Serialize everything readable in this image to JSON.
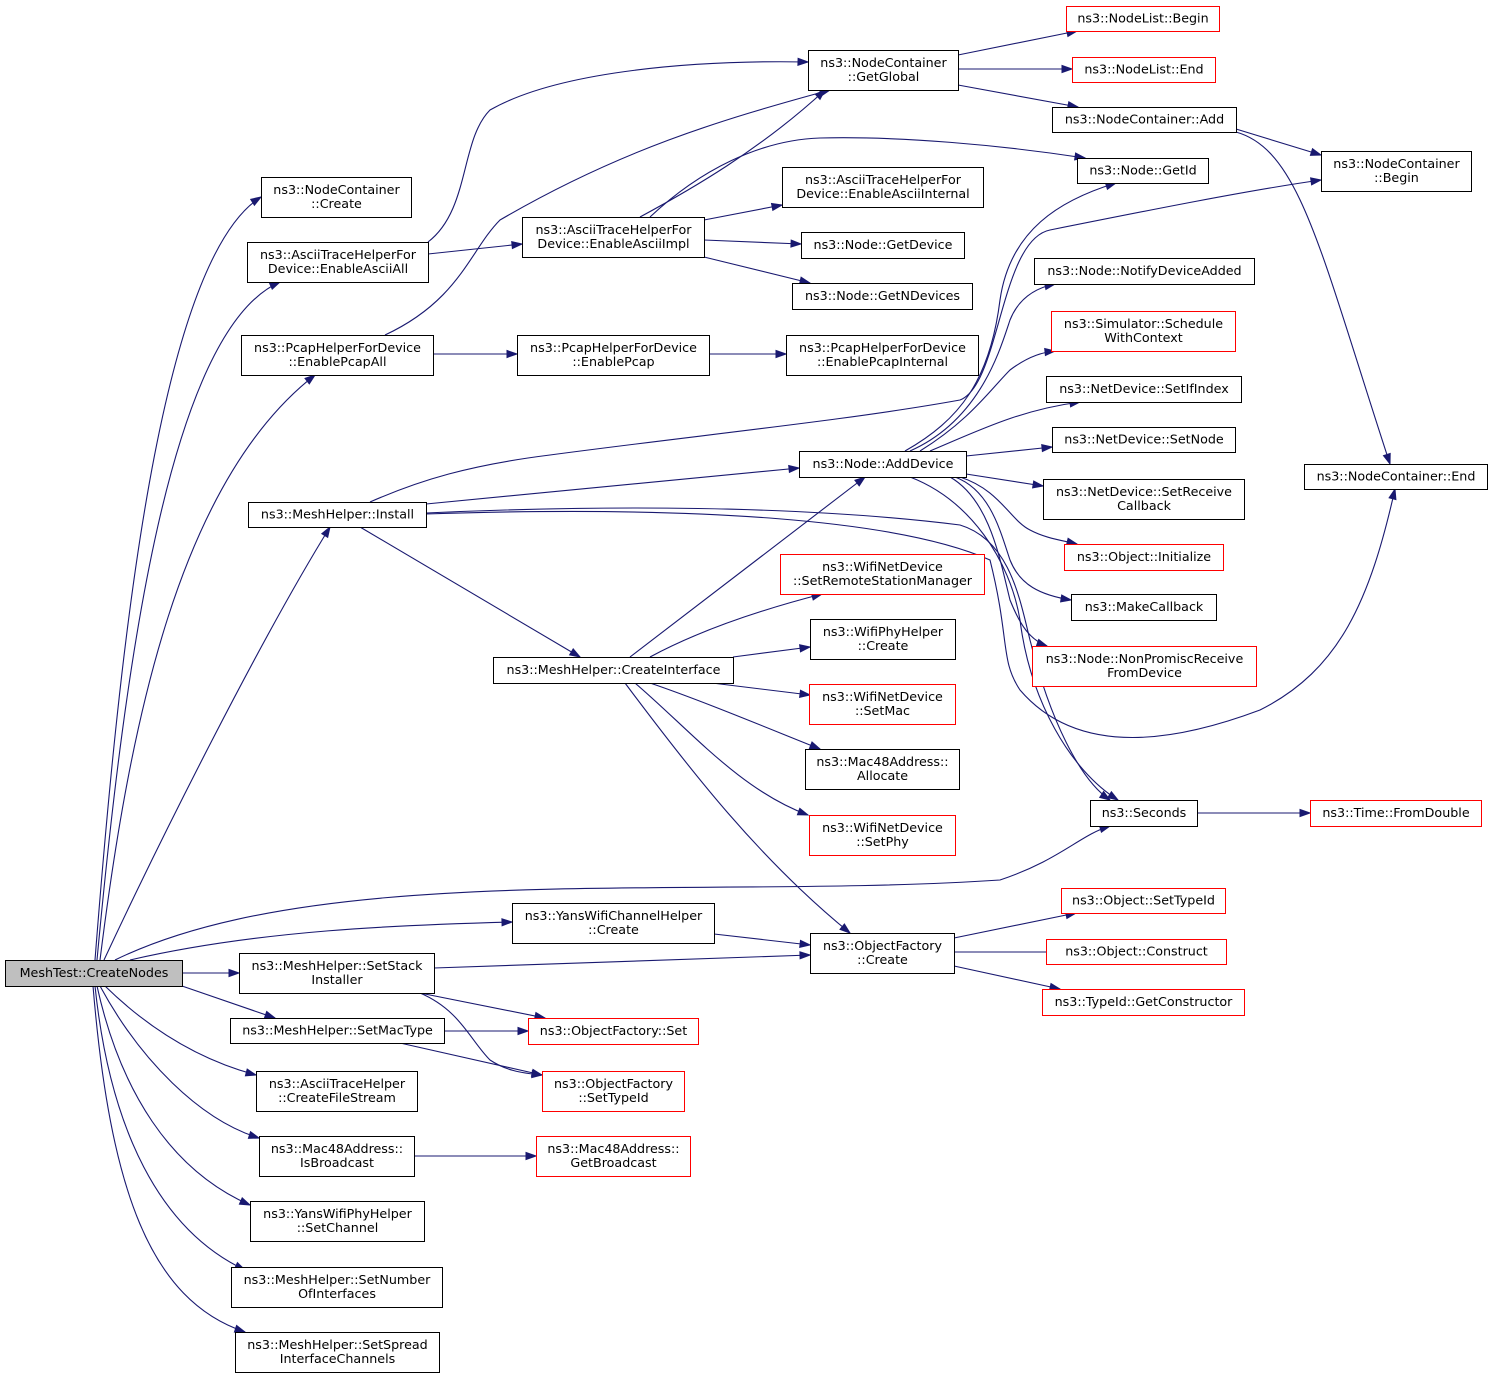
{
  "graph": {
    "root": "n_root",
    "colors": {
      "edge": "#191970",
      "box_border": "#000000",
      "incomplete_border": "#ff0000",
      "root_fill": "#bfbfbf"
    },
    "nodes": [
      {
        "id": "n_root",
        "lines": [
          "MeshTest::CreateNodes"
        ],
        "style": "root"
      },
      {
        "id": "n_nc_create",
        "lines": [
          "ns3::NodeContainer",
          "::Create"
        ]
      },
      {
        "id": "n_ascii_all",
        "lines": [
          "ns3::AsciiTraceHelperFor",
          "Device::EnableAsciiAll"
        ]
      },
      {
        "id": "n_pcap_all",
        "lines": [
          "ns3::PcapHelperForDevice",
          "::EnablePcapAll"
        ]
      },
      {
        "id": "n_mesh_install",
        "lines": [
          "ns3::MeshHelper::Install"
        ]
      },
      {
        "id": "n_stack",
        "lines": [
          "ns3::MeshHelper::SetStack",
          "Installer"
        ]
      },
      {
        "id": "n_mactype",
        "lines": [
          "ns3::MeshHelper::SetMacType"
        ]
      },
      {
        "id": "n_filestream",
        "lines": [
          "ns3::AsciiTraceHelper",
          "::CreateFileStream"
        ]
      },
      {
        "id": "n_isbroadcast",
        "lines": [
          "ns3::Mac48Address::",
          "IsBroadcast"
        ]
      },
      {
        "id": "n_setchannel",
        "lines": [
          "ns3::YansWifiPhyHelper",
          "::SetChannel"
        ]
      },
      {
        "id": "n_numif",
        "lines": [
          "ns3::MeshHelper::SetNumber",
          "OfInterfaces"
        ]
      },
      {
        "id": "n_spread",
        "lines": [
          "ns3::MeshHelper::SetSpread",
          "InterfaceChannels"
        ]
      },
      {
        "id": "n_ascii_impl",
        "lines": [
          "ns3::AsciiTraceHelperFor",
          "Device::EnableAsciiImpl"
        ]
      },
      {
        "id": "n_pcap_enable",
        "lines": [
          "ns3::PcapHelperForDevice",
          "::EnablePcap"
        ]
      },
      {
        "id": "n_create_if",
        "lines": [
          "ns3::MeshHelper::CreateInterface"
        ]
      },
      {
        "id": "n_yans_chan",
        "lines": [
          "ns3::YansWifiChannelHelper",
          "::Create"
        ]
      },
      {
        "id": "n_of_set",
        "lines": [
          "ns3::ObjectFactory::Set"
        ],
        "style": "incomplete"
      },
      {
        "id": "n_of_settypeid",
        "lines": [
          "ns3::ObjectFactory",
          "::SetTypeId"
        ],
        "style": "incomplete"
      },
      {
        "id": "n_getbroadcast",
        "lines": [
          "ns3::Mac48Address::",
          "GetBroadcast"
        ],
        "style": "incomplete"
      },
      {
        "id": "n_getglobal",
        "lines": [
          "ns3::NodeContainer",
          "::GetGlobal"
        ]
      },
      {
        "id": "n_ascii_internal",
        "lines": [
          "ns3::AsciiTraceHelperFor",
          "Device::EnableAsciiInternal"
        ]
      },
      {
        "id": "n_getdevice",
        "lines": [
          "ns3::Node::GetDevice"
        ]
      },
      {
        "id": "n_getndevices",
        "lines": [
          "ns3::Node::GetNDevices"
        ]
      },
      {
        "id": "n_pcap_internal",
        "lines": [
          "ns3::PcapHelperForDevice",
          "::EnablePcapInternal"
        ]
      },
      {
        "id": "n_adddevice",
        "lines": [
          "ns3::Node::AddDevice"
        ]
      },
      {
        "id": "n_remote_mgr",
        "lines": [
          "ns3::WifiNetDevice",
          "::SetRemoteStationManager"
        ],
        "style": "incomplete"
      },
      {
        "id": "n_phy_create",
        "lines": [
          "ns3::WifiPhyHelper",
          "::Create"
        ]
      },
      {
        "id": "n_setmac",
        "lines": [
          "ns3::WifiNetDevice",
          "::SetMac"
        ],
        "style": "incomplete"
      },
      {
        "id": "n_allocate",
        "lines": [
          "ns3::Mac48Address::",
          "Allocate"
        ]
      },
      {
        "id": "n_setphy",
        "lines": [
          "ns3::WifiNetDevice",
          "::SetPhy"
        ],
        "style": "incomplete"
      },
      {
        "id": "n_of_create",
        "lines": [
          "ns3::ObjectFactory",
          "::Create"
        ]
      },
      {
        "id": "n_nl_begin",
        "lines": [
          "ns3::NodeList::Begin"
        ],
        "style": "incomplete"
      },
      {
        "id": "n_nl_end",
        "lines": [
          "ns3::NodeList::End"
        ],
        "style": "incomplete"
      },
      {
        "id": "n_nc_add",
        "lines": [
          "ns3::NodeContainer::Add"
        ]
      },
      {
        "id": "n_getid",
        "lines": [
          "ns3::Node::GetId"
        ]
      },
      {
        "id": "n_notify",
        "lines": [
          "ns3::Node::NotifyDeviceAdded"
        ]
      },
      {
        "id": "n_schedule",
        "lines": [
          "ns3::Simulator::Schedule",
          "WithContext"
        ],
        "style": "incomplete"
      },
      {
        "id": "n_setifindex",
        "lines": [
          "ns3::NetDevice::SetIfIndex"
        ]
      },
      {
        "id": "n_setnode",
        "lines": [
          "ns3::NetDevice::SetNode"
        ]
      },
      {
        "id": "n_setrecv",
        "lines": [
          "ns3::NetDevice::SetReceive",
          "Callback"
        ]
      },
      {
        "id": "n_initialize",
        "lines": [
          "ns3::Object::Initialize"
        ],
        "style": "incomplete"
      },
      {
        "id": "n_makecb",
        "lines": [
          "ns3::MakeCallback"
        ]
      },
      {
        "id": "n_nonpromisc",
        "lines": [
          "ns3::Node::NonPromiscReceive",
          "FromDevice"
        ],
        "style": "incomplete"
      },
      {
        "id": "n_seconds",
        "lines": [
          "ns3::Seconds"
        ]
      },
      {
        "id": "n_settypeid",
        "lines": [
          "ns3::Object::SetTypeId"
        ],
        "style": "incomplete"
      },
      {
        "id": "n_construct",
        "lines": [
          "ns3::Object::Construct"
        ],
        "style": "incomplete"
      },
      {
        "id": "n_getctor",
        "lines": [
          "ns3::TypeId::GetConstructor"
        ],
        "style": "incomplete"
      },
      {
        "id": "n_nc_begin",
        "lines": [
          "ns3::NodeContainer",
          "::Begin"
        ]
      },
      {
        "id": "n_nc_end",
        "lines": [
          "ns3::NodeContainer::End"
        ]
      },
      {
        "id": "n_fromdouble",
        "lines": [
          "ns3::Time::FromDouble"
        ],
        "style": "incomplete"
      }
    ],
    "edges": [
      {
        "from": "n_root",
        "to": "n_nc_create"
      },
      {
        "from": "n_root",
        "to": "n_ascii_all"
      },
      {
        "from": "n_root",
        "to": "n_pcap_all"
      },
      {
        "from": "n_root",
        "to": "n_mesh_install"
      },
      {
        "from": "n_root",
        "to": "n_seconds"
      },
      {
        "from": "n_root",
        "to": "n_yans_chan"
      },
      {
        "from": "n_root",
        "to": "n_stack"
      },
      {
        "from": "n_root",
        "to": "n_mactype"
      },
      {
        "from": "n_root",
        "to": "n_filestream"
      },
      {
        "from": "n_root",
        "to": "n_isbroadcast"
      },
      {
        "from": "n_root",
        "to": "n_setchannel"
      },
      {
        "from": "n_root",
        "to": "n_numif"
      },
      {
        "from": "n_root",
        "to": "n_spread"
      },
      {
        "from": "n_ascii_all",
        "to": "n_getglobal"
      },
      {
        "from": "n_ascii_all",
        "to": "n_ascii_impl"
      },
      {
        "from": "n_pcap_all",
        "to": "n_getglobal"
      },
      {
        "from": "n_pcap_all",
        "to": "n_pcap_enable"
      },
      {
        "from": "n_ascii_impl",
        "to": "n_getglobal"
      },
      {
        "from": "n_ascii_impl",
        "to": "n_getid"
      },
      {
        "from": "n_ascii_impl",
        "to": "n_ascii_internal"
      },
      {
        "from": "n_ascii_impl",
        "to": "n_getdevice"
      },
      {
        "from": "n_ascii_impl",
        "to": "n_getndevices"
      },
      {
        "from": "n_pcap_enable",
        "to": "n_pcap_internal"
      },
      {
        "from": "n_getglobal",
        "to": "n_nl_begin"
      },
      {
        "from": "n_getglobal",
        "to": "n_nl_end"
      },
      {
        "from": "n_getglobal",
        "to": "n_nc_add"
      },
      {
        "from": "n_nc_add",
        "to": "n_nc_begin"
      },
      {
        "from": "n_nc_add",
        "to": "n_nc_end"
      },
      {
        "from": "n_mesh_install",
        "to": "n_nc_begin"
      },
      {
        "from": "n_mesh_install",
        "to": "n_adddevice"
      },
      {
        "from": "n_mesh_install",
        "to": "n_seconds"
      },
      {
        "from": "n_mesh_install",
        "to": "n_create_if"
      },
      {
        "from": "n_mesh_install",
        "to": "n_nc_end"
      },
      {
        "from": "n_adddevice",
        "to": "n_getid"
      },
      {
        "from": "n_adddevice",
        "to": "n_notify"
      },
      {
        "from": "n_adddevice",
        "to": "n_schedule"
      },
      {
        "from": "n_adddevice",
        "to": "n_setifindex"
      },
      {
        "from": "n_adddevice",
        "to": "n_setnode"
      },
      {
        "from": "n_adddevice",
        "to": "n_setrecv"
      },
      {
        "from": "n_adddevice",
        "to": "n_initialize"
      },
      {
        "from": "n_adddevice",
        "to": "n_makecb"
      },
      {
        "from": "n_adddevice",
        "to": "n_nonpromisc"
      },
      {
        "from": "n_adddevice",
        "to": "n_seconds"
      },
      {
        "from": "n_create_if",
        "to": "n_adddevice"
      },
      {
        "from": "n_create_if",
        "to": "n_remote_mgr"
      },
      {
        "from": "n_create_if",
        "to": "n_phy_create"
      },
      {
        "from": "n_create_if",
        "to": "n_setmac"
      },
      {
        "from": "n_create_if",
        "to": "n_allocate"
      },
      {
        "from": "n_create_if",
        "to": "n_setphy"
      },
      {
        "from": "n_create_if",
        "to": "n_of_create"
      },
      {
        "from": "n_yans_chan",
        "to": "n_of_create"
      },
      {
        "from": "n_stack",
        "to": "n_of_create"
      },
      {
        "from": "n_stack",
        "to": "n_of_set"
      },
      {
        "from": "n_stack",
        "to": "n_of_settypeid"
      },
      {
        "from": "n_mactype",
        "to": "n_of_set"
      },
      {
        "from": "n_mactype",
        "to": "n_of_settypeid"
      },
      {
        "from": "n_isbroadcast",
        "to": "n_getbroadcast"
      },
      {
        "from": "n_of_create",
        "to": "n_settypeid"
      },
      {
        "from": "n_of_create",
        "to": "n_construct"
      },
      {
        "from": "n_of_create",
        "to": "n_getctor"
      },
      {
        "from": "n_seconds",
        "to": "n_fromdouble"
      }
    ]
  }
}
